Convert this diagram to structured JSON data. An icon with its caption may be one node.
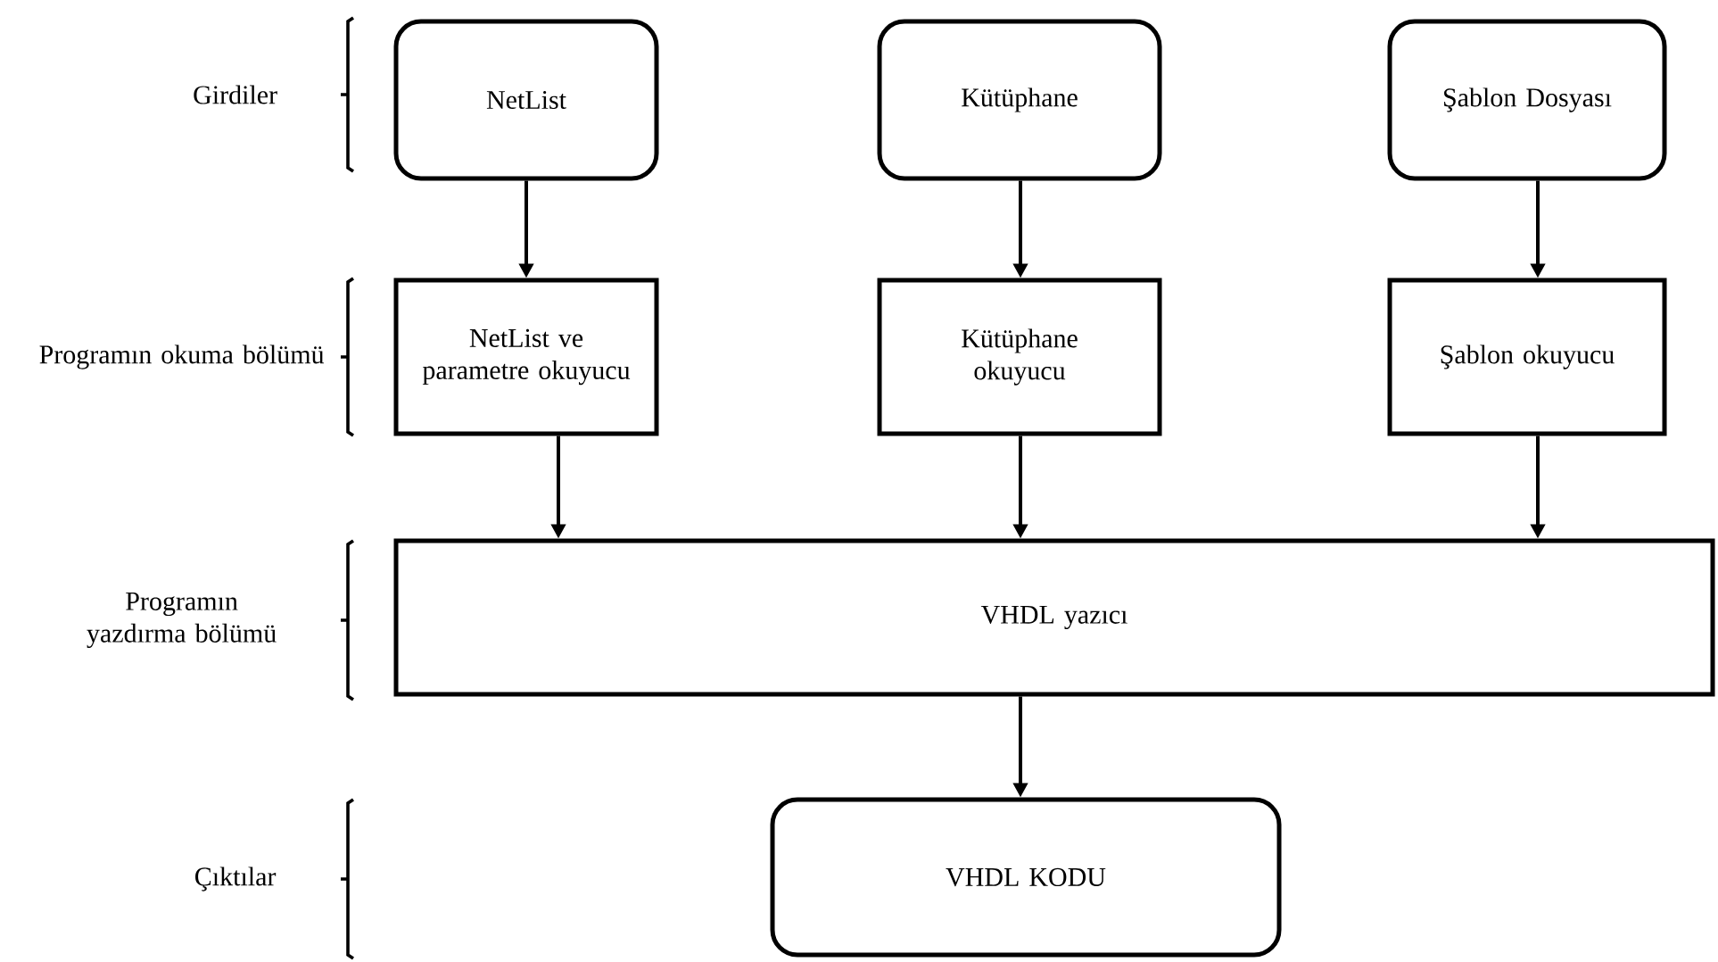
{
  "diagram": {
    "nodes": [
      {
        "text": [
          "NetList"
        ]
      },
      {
        "text": [
          "Kütüphane"
        ]
      },
      {
        "text": [
          "Şablon Dosyası"
        ]
      },
      {
        "text": [
          "NetList ve parametre okuyucu"
        ]
      },
      {
        "text": [
          "Kütüphane okuyucu"
        ]
      },
      {
        "text": [
          "Şablon okuyucu"
        ]
      },
      {
        "text": [
          "VHDL yazıcı"
        ]
      },
      {
        "text": [
          "VHDL KODU"
        ]
      }
    ],
    "edges": [
      {
        "from": 0,
        "to": 3,
        "arrow": "to"
      },
      {
        "from": 1,
        "to": 4,
        "arrow": "to"
      },
      {
        "from": 2,
        "to": 5,
        "arrow": "to"
      },
      {
        "from": 3,
        "to": 6,
        "arrow": "to"
      },
      {
        "from": 4,
        "to": 6,
        "arrow": "to"
      },
      {
        "from": 5,
        "to": 6,
        "arrow": "to"
      },
      {
        "from": 6,
        "to": 7,
        "arrow": "to"
      }
    ],
    "labels": [
      "Girdiler",
      "Programın okuma bölümü",
      "Programın yazdırma bölümü",
      "Çıktılar"
    ]
  }
}
